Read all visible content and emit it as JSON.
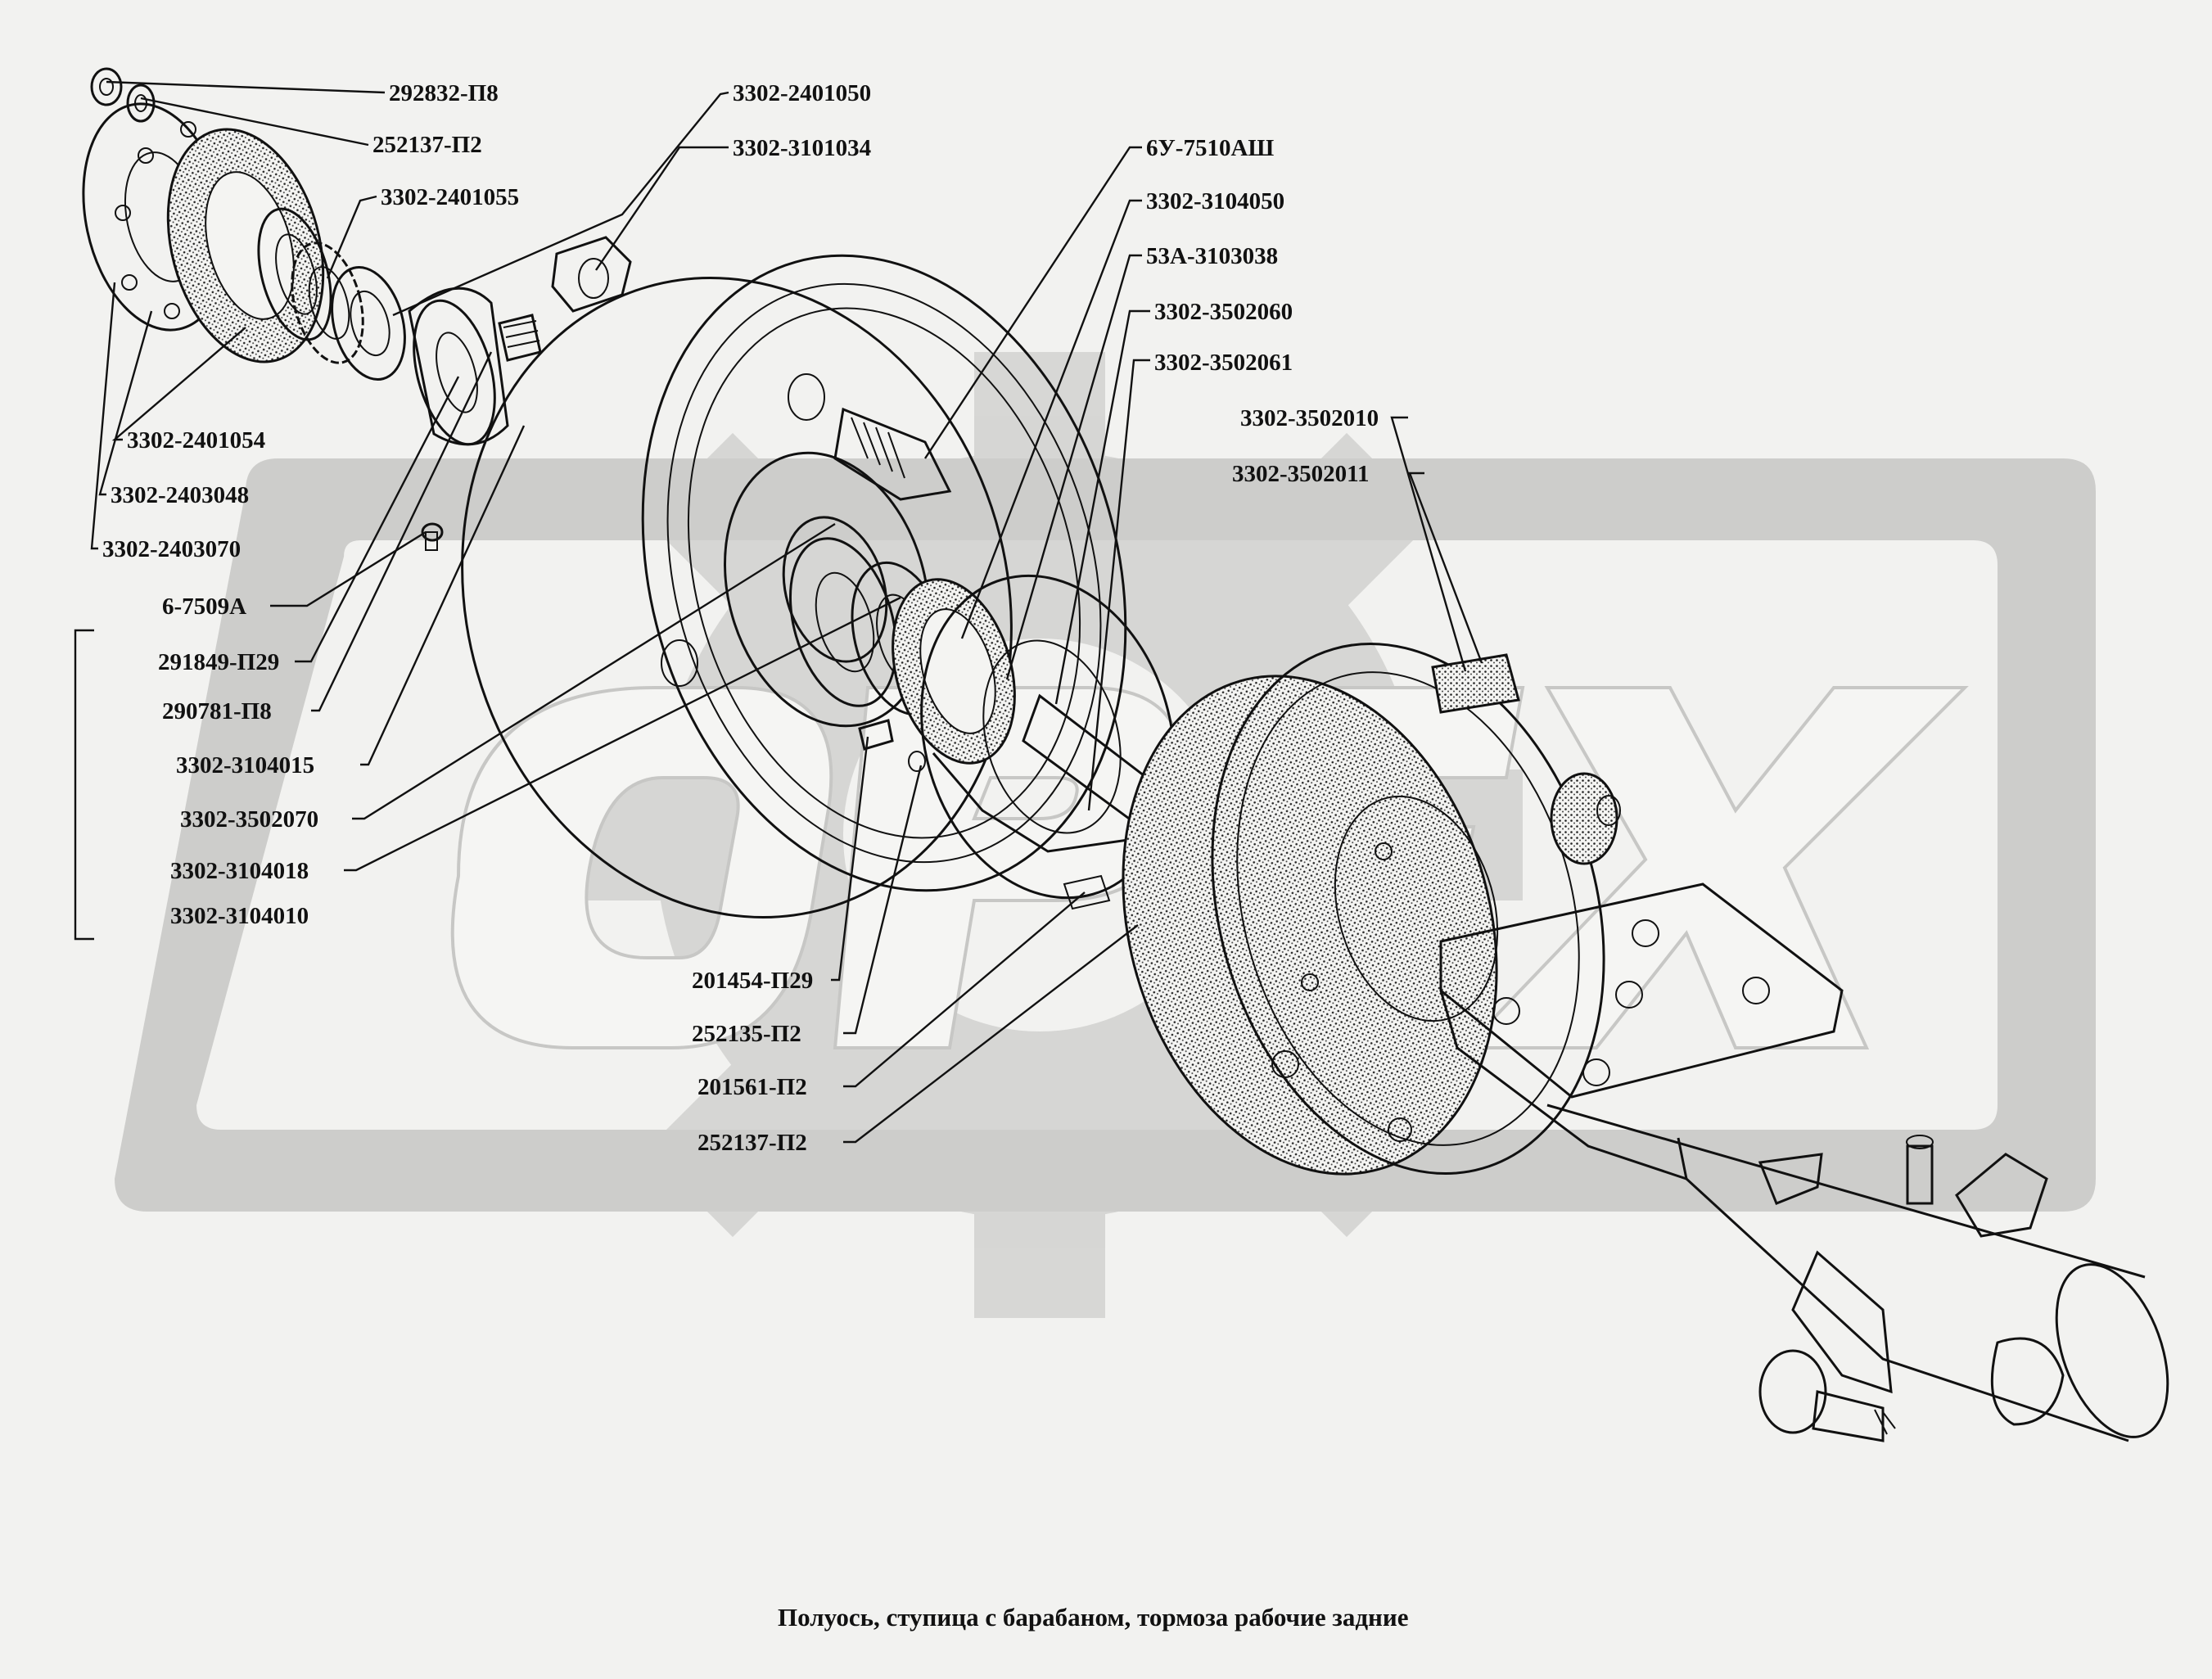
{
  "caption": "Полуось, ступица с барабаном, тормоза  рабочие задние",
  "watermark": {
    "text": "ОРЕХ",
    "color": "#d4d4d2"
  },
  "colors": {
    "background": "#f2f2f0",
    "ink": "#111111"
  },
  "labels": [
    "292832-П8",
    "252137-П2",
    "3302-2401055",
    "3302-2401050",
    "3302-3101034",
    "6У-7510АШ",
    "3302-3104050",
    "53А-3103038",
    "3302-3502060",
    "3302-3502061",
    "3302-3502010",
    "3302-3502011",
    "3302-2401054",
    "3302-2403048",
    "3302-2403070",
    "6-7509А",
    "291849-П29",
    "290781-П8",
    "3302-3104015",
    "3302-3502070",
    "3302-3104018",
    "3302-3104010",
    "201454-П29",
    "252135-П2",
    "201561-П2",
    "252137-П2"
  ]
}
